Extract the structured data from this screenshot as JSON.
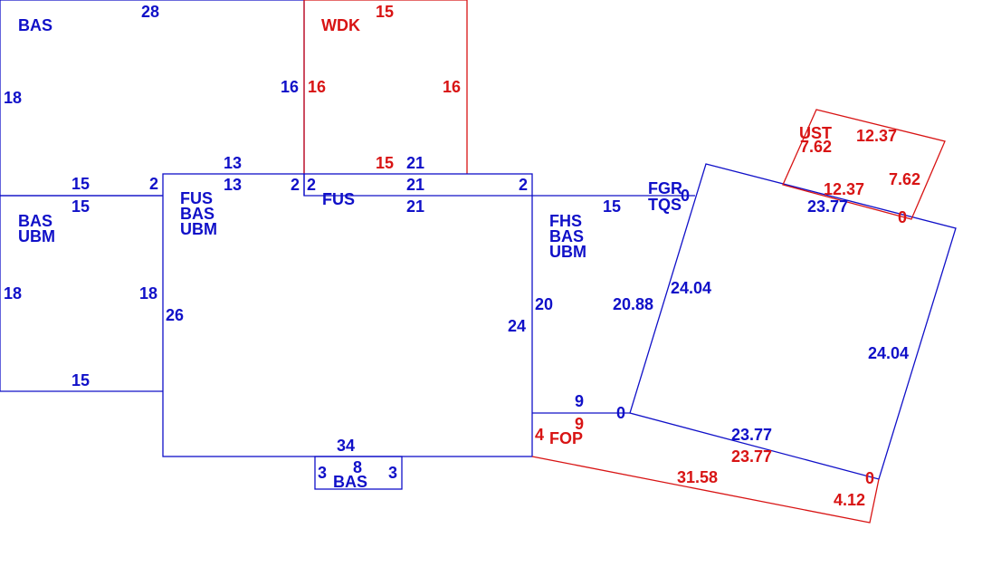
{
  "colors": {
    "living": "#1010c8",
    "other": "#d81414",
    "background": "#ffffff"
  },
  "areas": {
    "bas_top": {
      "codes": [
        "BAS"
      ],
      "dims": {
        "top": "28",
        "left": "18",
        "right": "16",
        "bottom": "15"
      }
    },
    "wdk": {
      "codes": [
        "WDK"
      ],
      "dims": {
        "top": "15",
        "left": "16",
        "right": "16",
        "bottom": "15"
      }
    },
    "bas_left": {
      "codes": [
        "BAS",
        "UBM"
      ],
      "dims": {
        "top": "15",
        "left": "18",
        "right": "18",
        "bottom": "15",
        "step_a": "2"
      }
    },
    "fus_center": {
      "codes": [
        "FUS",
        "BAS",
        "UBM"
      ],
      "dims": {
        "top_a": "13",
        "top_b": "13",
        "step_a": "2",
        "left": "26",
        "right": "24",
        "bottom": "34",
        "top_right": "21"
      }
    },
    "fus_upper": {
      "codes": [
        "FUS"
      ],
      "dims": {
        "left": "2",
        "right": "21",
        "step": "2"
      }
    },
    "bas_bump": {
      "codes": [
        "BAS"
      ],
      "dims": {
        "left": "3",
        "right": "3",
        "top": "8"
      }
    },
    "fhs": {
      "codes": [
        "FHS",
        "BAS",
        "UBM"
      ],
      "dims": {
        "top": "15",
        "left": "20",
        "right": "20.88",
        "bottom": "9"
      }
    },
    "fgr": {
      "codes": [
        "FGR",
        "TQS"
      ],
      "dims": {
        "top": "23.77",
        "left": "24.04",
        "right": "24.04",
        "bottom": "23.77",
        "corner_top": "0",
        "corner_bottom_left": "0",
        "corner_bottom_right": "0",
        "corner_right": "0"
      }
    },
    "ust": {
      "codes": [
        "UST"
      ],
      "dims": {
        "top": "12.37",
        "left": "7.62",
        "right": "7.62",
        "bottom": "12.37"
      }
    },
    "fop": {
      "codes": [
        "FOP"
      ],
      "dims": {
        "left": "4",
        "top": "9",
        "bottom": "31.58",
        "diag": "23.77",
        "right": "4.12"
      }
    }
  }
}
